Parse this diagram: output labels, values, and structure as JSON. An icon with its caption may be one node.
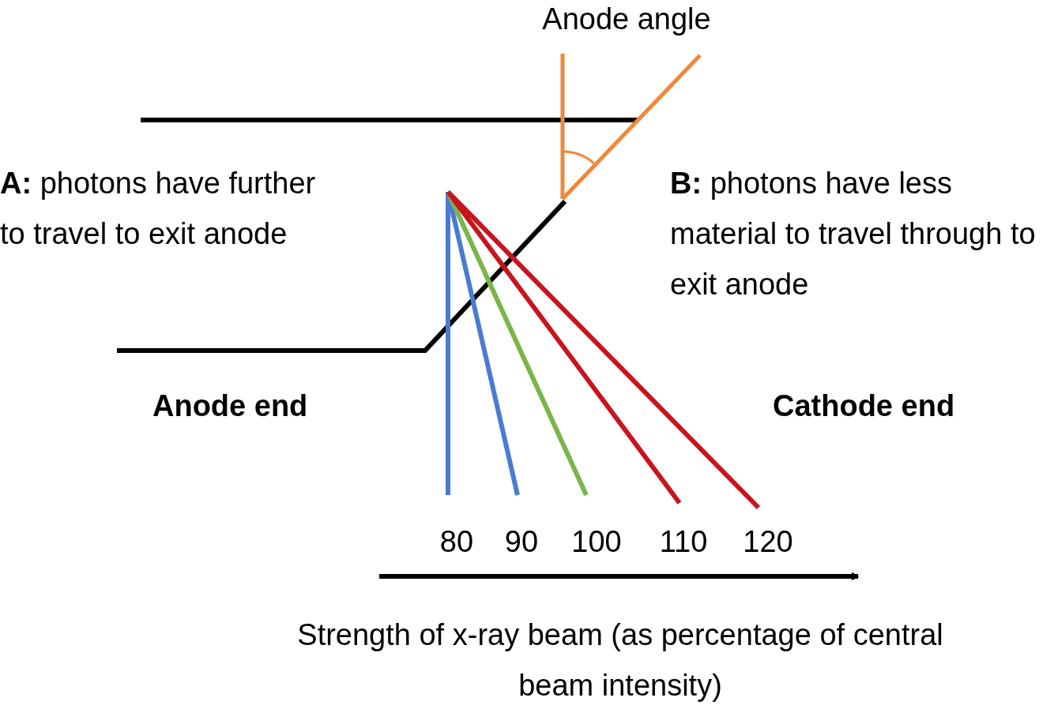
{
  "diagram": {
    "labels": [
      "Anode angle",
      "**A:** photons have further to travel to exit anode",
      "**B:** photons have less material to travel through to exit anode",
      "Anode end",
      "Cathode end",
      "80",
      "90",
      "100",
      "110",
      "120",
      "Strength of x-ray beam (as percentage of central beam intensity)"
    ]
  }
}
